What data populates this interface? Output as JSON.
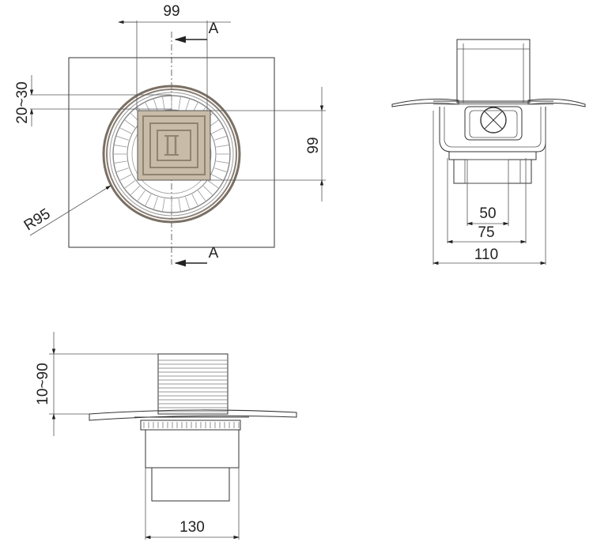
{
  "top_view": {
    "dim_width": "99",
    "dim_height": "99",
    "dim_range": "20~30",
    "radius_label": "R95",
    "section_top": "A",
    "section_bottom": "A",
    "grate_color": "#c8bca8",
    "ring_color": "#7a6f64"
  },
  "side_view_right": {
    "dim_inner": "50",
    "dim_mid": "75",
    "dim_outer": "110"
  },
  "side_view_bottom": {
    "dim_height": "10~90",
    "dim_width": "130"
  }
}
